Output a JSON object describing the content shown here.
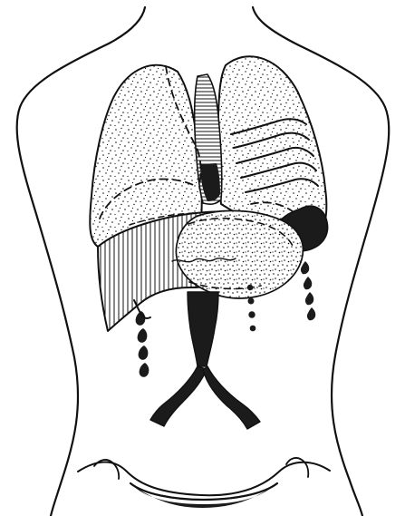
{
  "figure": {
    "style": "black-and-white anatomical line drawing",
    "structures": [
      "torso-outline",
      "right-lung",
      "left-lung",
      "liver",
      "stomach",
      "aorta",
      "common-iliac-arteries",
      "trachea",
      "ribs",
      "pelvic-region"
    ],
    "colors": {
      "ink": "#111111",
      "paper": "#ffffff",
      "fill-dark": "#1b1b1b"
    }
  }
}
